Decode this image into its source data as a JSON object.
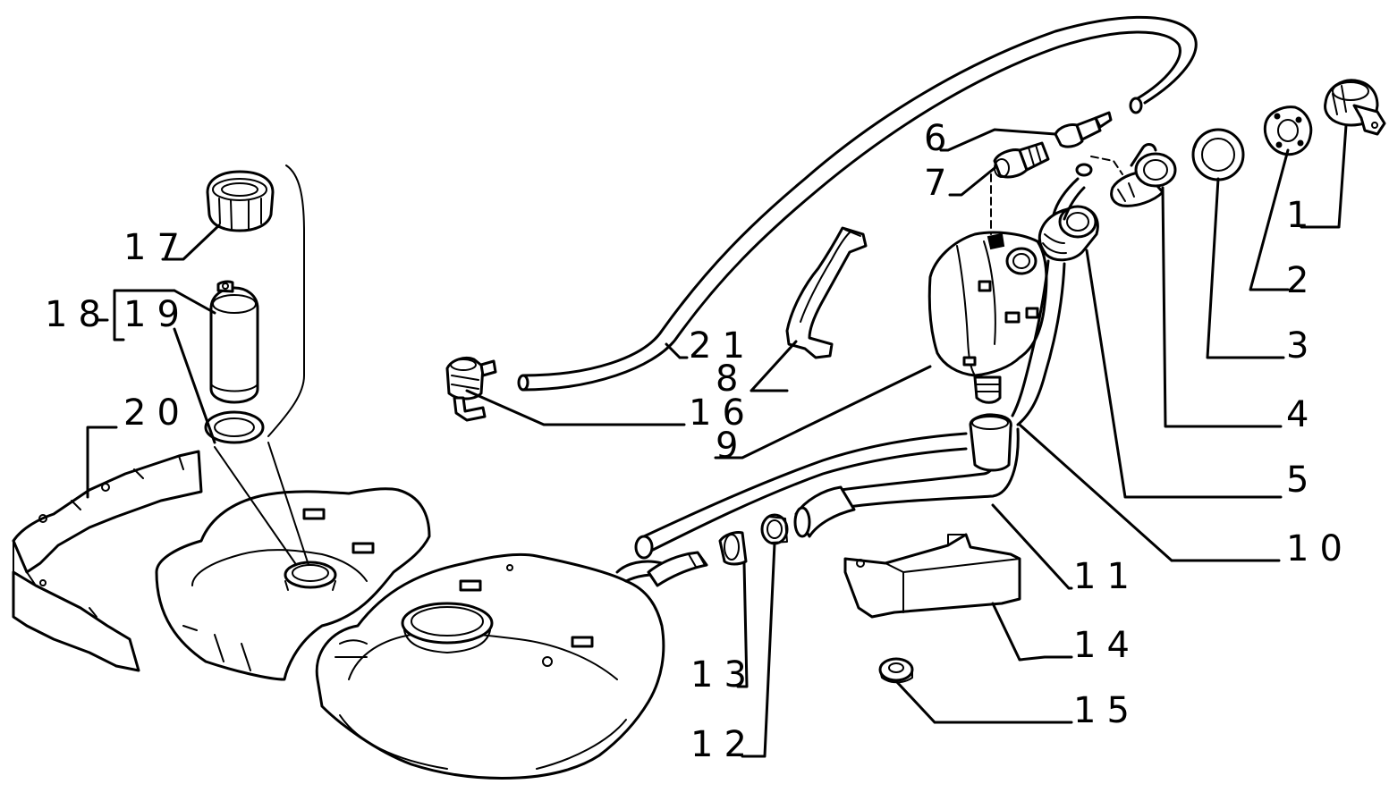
{
  "diagram": {
    "callouts": [
      {
        "id": "1",
        "label": "1"
      },
      {
        "id": "2",
        "label": "2"
      },
      {
        "id": "3",
        "label": "3"
      },
      {
        "id": "4",
        "label": "4"
      },
      {
        "id": "5",
        "label": "5"
      },
      {
        "id": "6",
        "label": "6"
      },
      {
        "id": "7",
        "label": "7"
      },
      {
        "id": "8",
        "label": "8"
      },
      {
        "id": "9",
        "label": "9"
      },
      {
        "id": "10",
        "label": "10"
      },
      {
        "id": "11",
        "label": "11"
      },
      {
        "id": "12",
        "label": "12"
      },
      {
        "id": "13",
        "label": "13"
      },
      {
        "id": "14",
        "label": "14"
      },
      {
        "id": "15",
        "label": "15"
      },
      {
        "id": "16",
        "label": "16"
      },
      {
        "id": "17",
        "label": "17"
      },
      {
        "id": "18",
        "label": "18"
      },
      {
        "id": "19",
        "label": "19"
      },
      {
        "id": "20",
        "label": "20"
      },
      {
        "id": "21",
        "label": "21"
      }
    ],
    "colors": {
      "line": "#000000",
      "background": "#ffffff"
    }
  }
}
